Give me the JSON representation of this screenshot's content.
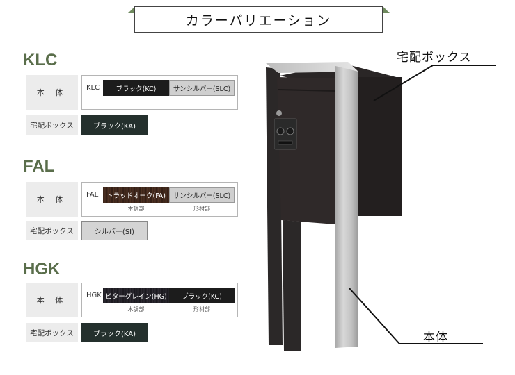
{
  "header": {
    "title": "カラーバリエーション"
  },
  "sections": [
    {
      "name": "KLC",
      "body_label": "本 体",
      "code": "KLC",
      "colors": [
        {
          "label": "ブラック(KC)",
          "sub": ""
        },
        {
          "label": "サンシルバー(SLC)",
          "sub": ""
        }
      ],
      "box_label": "宅配ボックス",
      "box_color": "ブラック(KA)"
    },
    {
      "name": "FAL",
      "body_label": "本 体",
      "code": "FAL",
      "colors": [
        {
          "label": "トラッドオーク(FA)",
          "sub": "木調部"
        },
        {
          "label": "サンシルバー(SLC)",
          "sub": "形材部"
        }
      ],
      "box_label": "宅配ボックス",
      "box_color": "シルバー(SI)"
    },
    {
      "name": "HGK",
      "body_label": "本 体",
      "code": "HGK",
      "colors": [
        {
          "label": "ビターグレイン(HG)",
          "sub": "木調部"
        },
        {
          "label": "ブラック(KC)",
          "sub": "形材部"
        }
      ],
      "box_label": "宅配ボックス",
      "box_color": "ブラック(KA)"
    }
  ],
  "callouts": {
    "box": "宅配ボックス",
    "body": "本体"
  },
  "colors": {
    "section_green": "#5a6e4b",
    "black": "#1c1c1c",
    "box_dark": "#24302d",
    "silver": "#cfcfcf"
  }
}
